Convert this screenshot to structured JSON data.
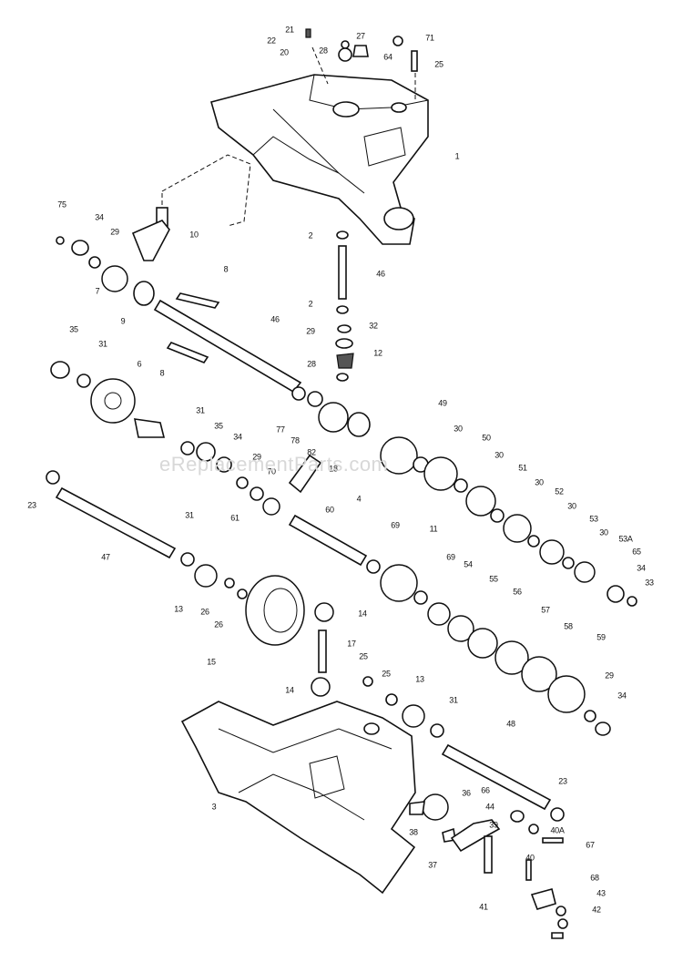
{
  "watermark": "eReplacementParts.com",
  "part_labels": [
    "21",
    "27",
    "71",
    "22",
    "20",
    "28",
    "64",
    "25",
    "1",
    "10",
    "75",
    "34",
    "29",
    "7",
    "9",
    "8",
    "46",
    "2",
    "46",
    "2",
    "32",
    "29",
    "12",
    "28",
    "35",
    "31",
    "8",
    "6",
    "31",
    "35",
    "34",
    "29",
    "70",
    "77",
    "78",
    "82",
    "18",
    "49",
    "30",
    "50",
    "30",
    "51",
    "30",
    "52",
    "30",
    "53",
    "30",
    "53A",
    "65",
    "34",
    "33",
    "23",
    "61",
    "60",
    "4",
    "69",
    "11",
    "31",
    "47",
    "69",
    "54",
    "55",
    "56",
    "57",
    "58",
    "59",
    "13",
    "26",
    "26",
    "14",
    "15",
    "17",
    "25",
    "14",
    "25",
    "13",
    "31",
    "29",
    "34",
    "48",
    "3",
    "23",
    "36",
    "66",
    "44",
    "39",
    "40A",
    "67",
    "38",
    "37",
    "40",
    "41",
    "68",
    "43",
    "42"
  ]
}
